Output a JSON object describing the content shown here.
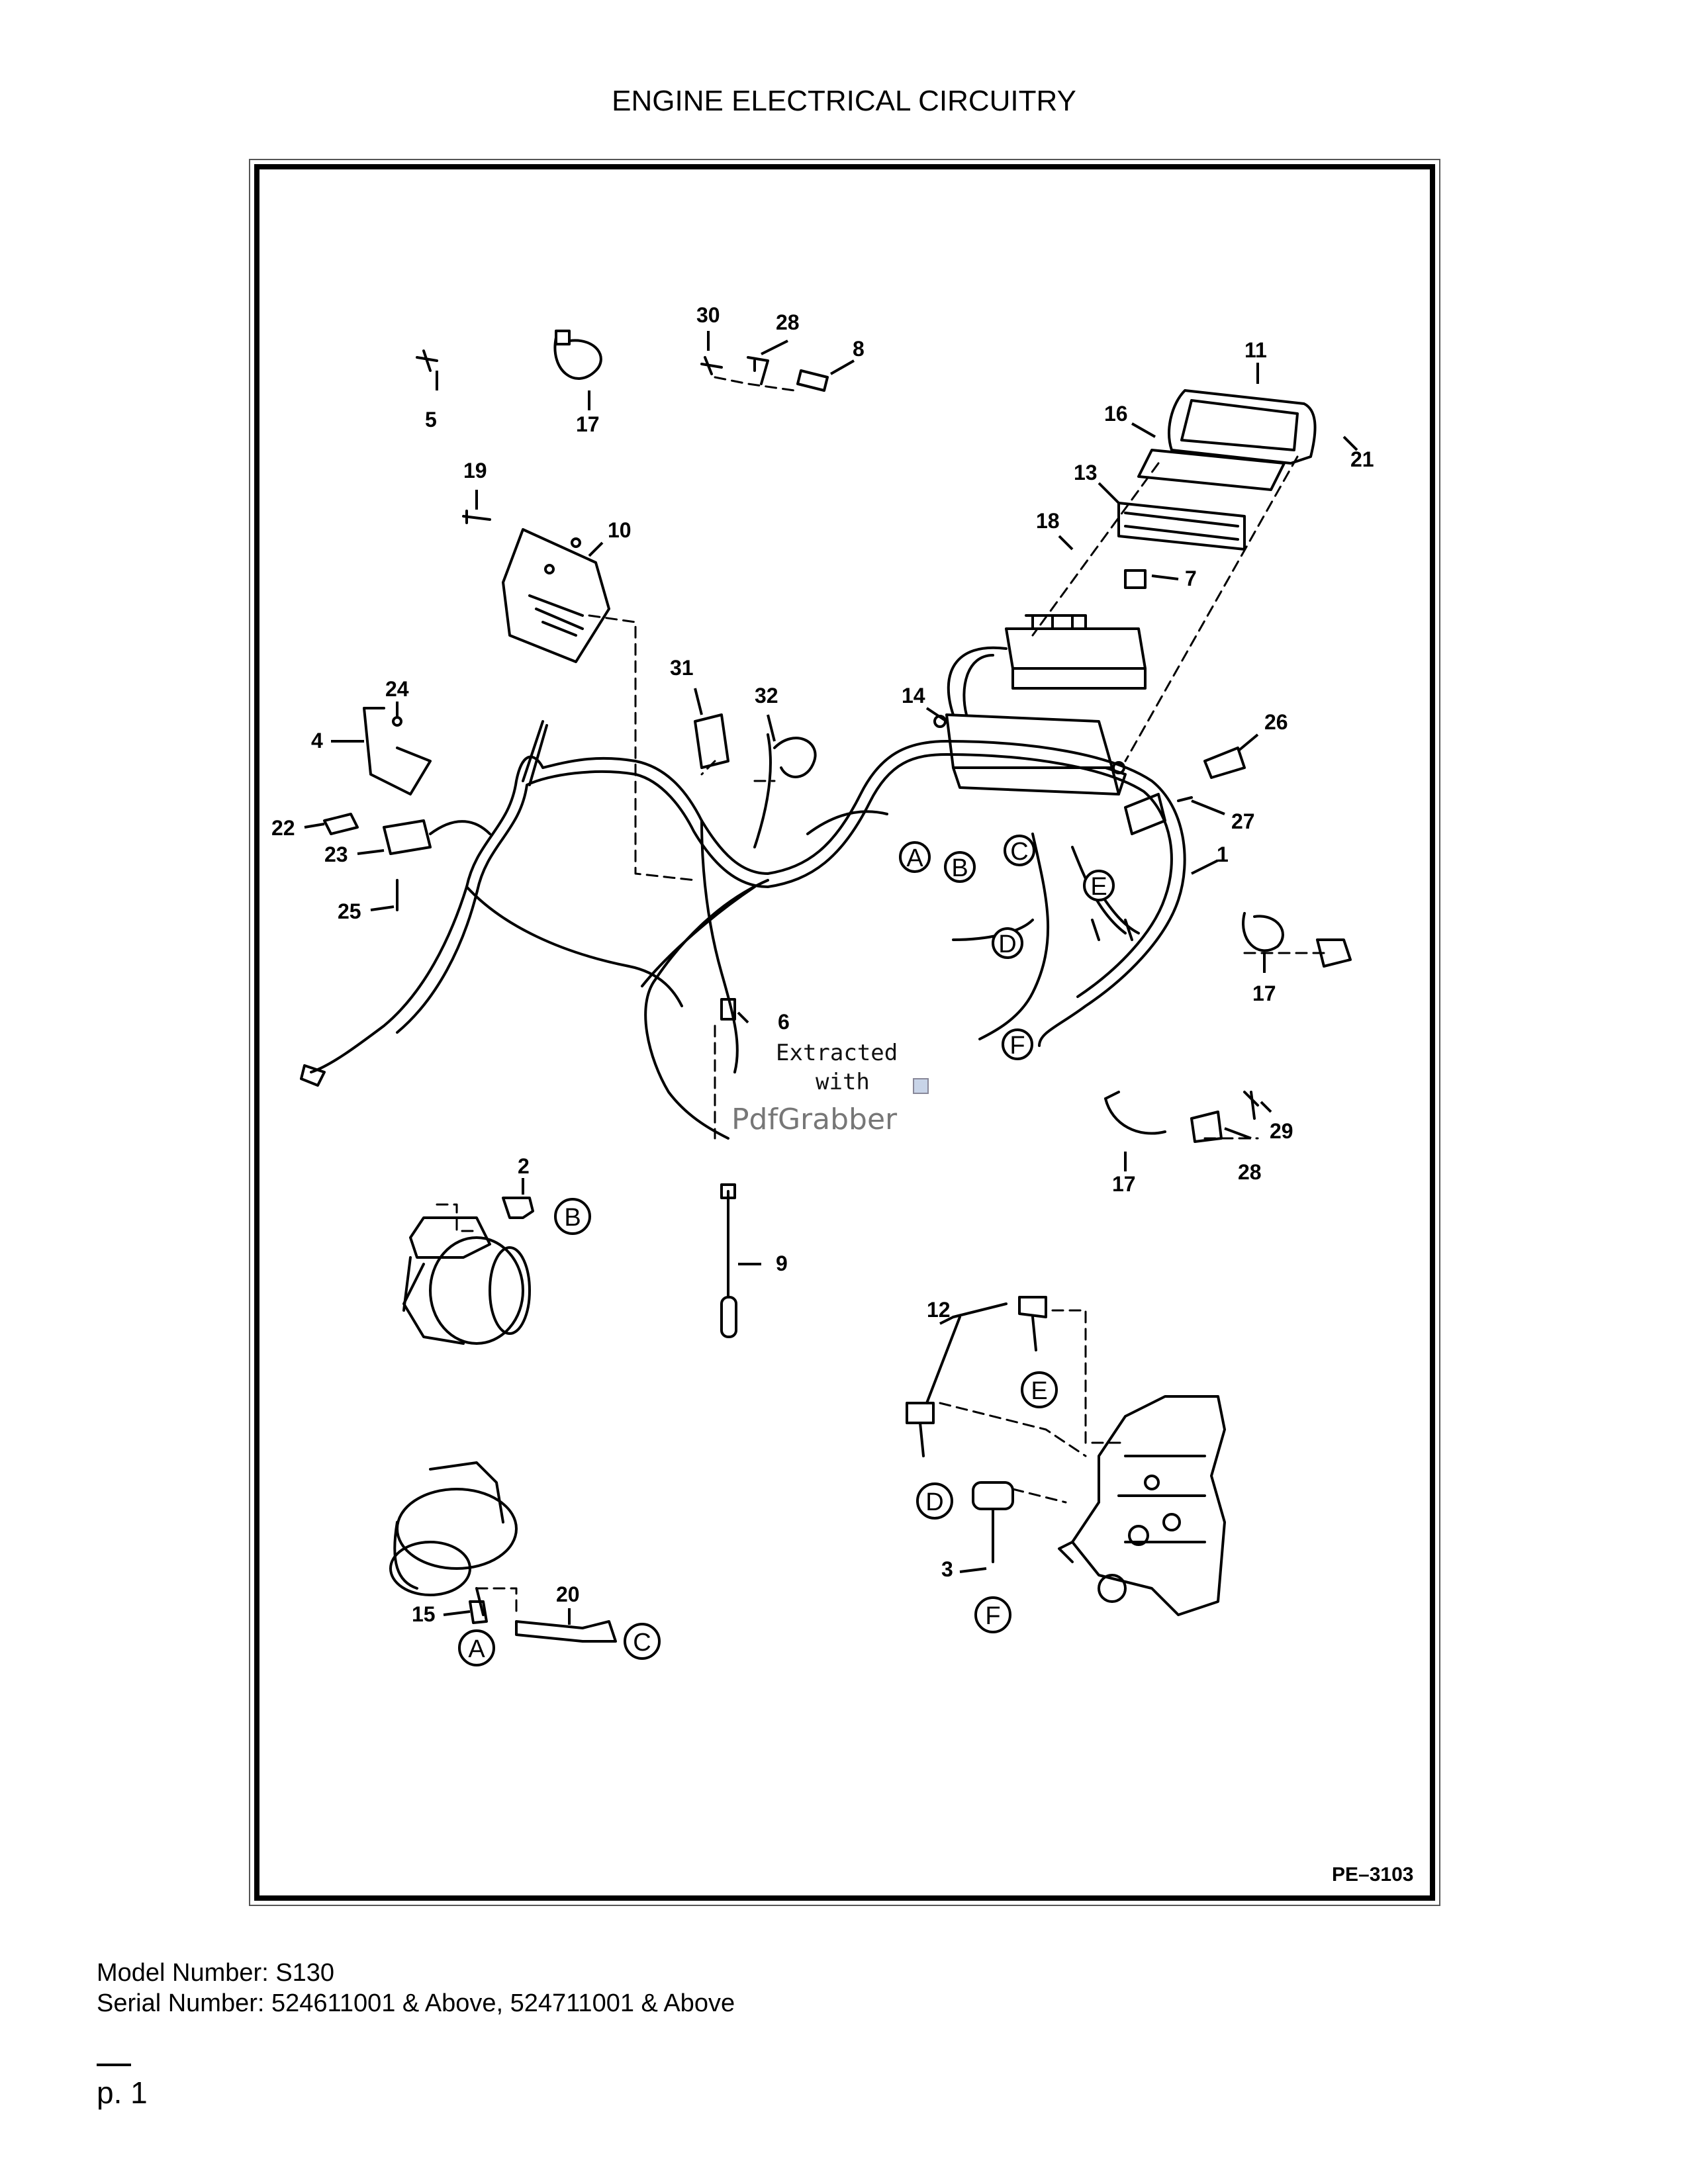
{
  "document": {
    "title": "ENGINE ELECTRICAL CIRCUITRY",
    "figure_ref": "PE–3103",
    "model_line": "Model Number: S130",
    "serial_line": "Serial Number: 524611001 & Above, 524711001 & Above",
    "page_label": "p. 1"
  },
  "diagram": {
    "part_numbers": [
      "1",
      "2",
      "3",
      "4",
      "5",
      "6",
      "7",
      "8",
      "9",
      "10",
      "11",
      "12",
      "13",
      "14",
      "15",
      "16",
      "17",
      "17",
      "17",
      "18",
      "19",
      "20",
      "21",
      "22",
      "23",
      "24",
      "25",
      "26",
      "27",
      "28",
      "28",
      "29",
      "30",
      "31",
      "32"
    ],
    "connector_letters": [
      "A",
      "B",
      "C",
      "D",
      "E",
      "F",
      "A",
      "B",
      "C",
      "D",
      "E",
      "F"
    ],
    "watermark": {
      "line1": "Extracted",
      "line2": "with",
      "line3": "PdfGrabber"
    }
  }
}
